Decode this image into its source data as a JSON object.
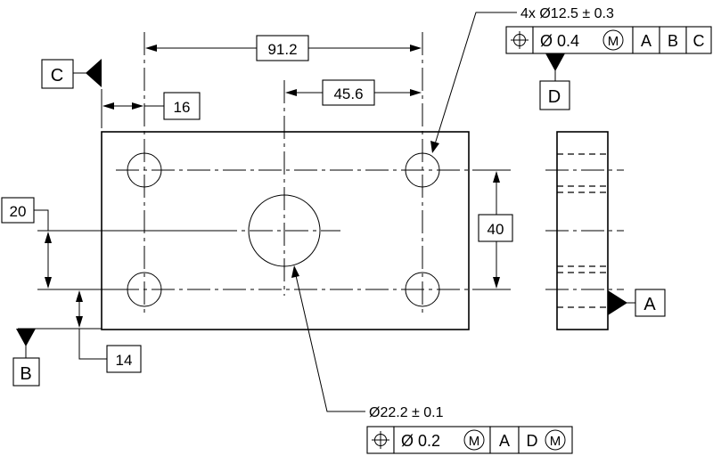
{
  "dimensions": {
    "hole_spacing_x": "91.2",
    "center_offset": "45.6",
    "edge_to_hole_x": "16",
    "hole_spacing_y": "40",
    "edge_to_hole_y": "14",
    "datum_offset": "20"
  },
  "callouts": {
    "small_holes": {
      "note": "4x Ø12.5 ± 0.3",
      "fcf": {
        "symbol": "⌖",
        "tolerance": "Ø 0.4",
        "modifier": "M",
        "datum_1": "A",
        "datum_2": "B",
        "datum_3": "C"
      }
    },
    "large_hole": {
      "note": "Ø22.2 ± 0.1",
      "fcf": {
        "symbol": "⌖",
        "tolerance": "Ø 0.2",
        "modifier": "M",
        "datum_1": "A",
        "datum_2": "D",
        "datum_2_modifier": "M"
      }
    }
  },
  "datums": {
    "a": "A",
    "b": "B",
    "c": "C",
    "d": "D"
  }
}
